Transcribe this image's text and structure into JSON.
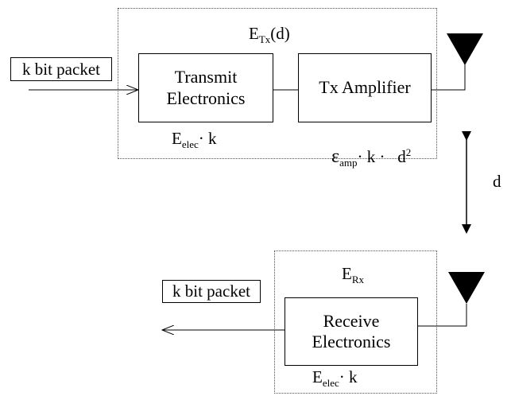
{
  "transmitter": {
    "energy_label": {
      "main": "E",
      "sub": "Tx",
      "suffix": "(d)"
    },
    "input_packet": "k bit packet",
    "electronics_block": {
      "line1": "Transmit",
      "line2": "Electronics"
    },
    "amplifier_block": "Tx Amplifier",
    "electronics_energy": {
      "main": "E",
      "sub": "elec",
      "suffix": "· k"
    },
    "amplifier_energy": {
      "main": "ε",
      "sub": "amp",
      "middle": "· k ·   d",
      "sup": "2"
    }
  },
  "distance_label": "d",
  "receiver": {
    "energy_label": {
      "main": "E",
      "sub": "Rx"
    },
    "output_packet": "k bit packet",
    "electronics_block": {
      "line1": "Receive",
      "line2": "Electronics"
    },
    "electronics_energy": {
      "main": "E",
      "sub": "elec",
      "suffix": "· k"
    }
  },
  "colors": {
    "stroke": "#000000",
    "dotted_border": "#555555",
    "background": "#ffffff"
  }
}
